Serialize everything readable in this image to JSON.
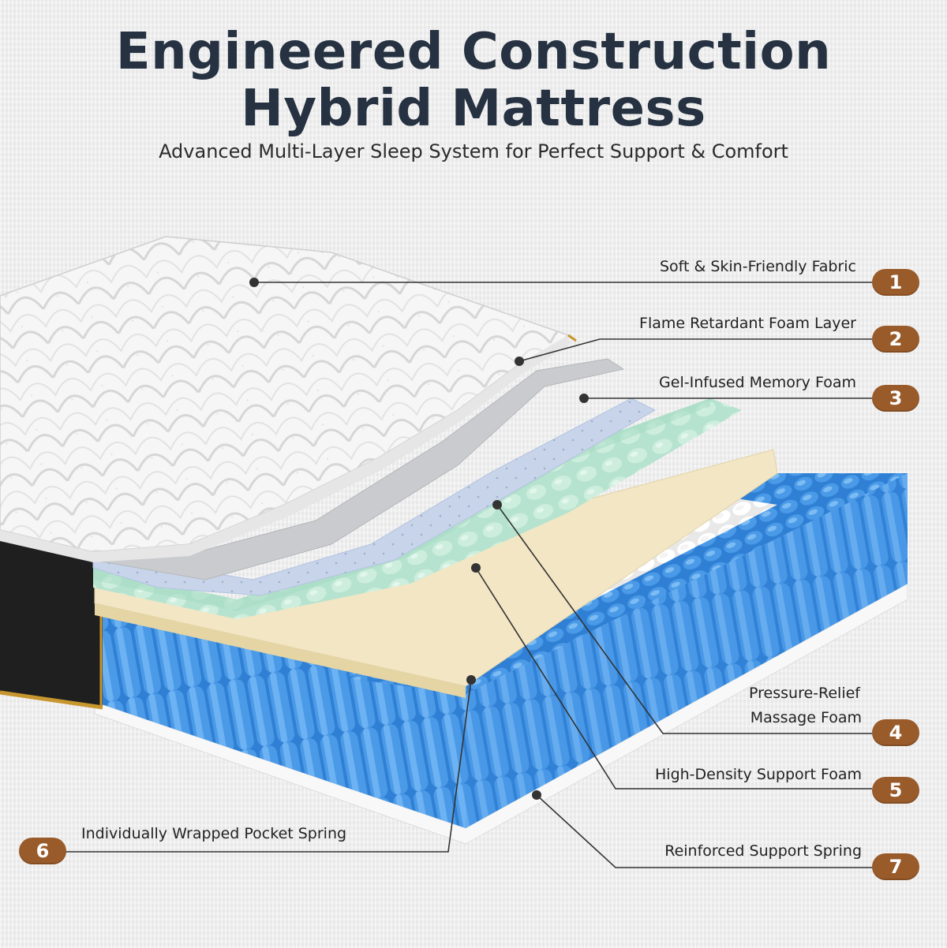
{
  "header": {
    "title_line1": "Engineered Construction",
    "title_line2": "Hybrid Mattress",
    "subtitle": "Advanced Multi-Layer Sleep System for Perfect Support & Comfort"
  },
  "colors": {
    "title": "#263241",
    "badge": "#9a5b2a",
    "fabric": "#f4f4f4",
    "flame_foam": "#c9cbce",
    "gel_foam": "#c7d4ea",
    "massage_foam": "#bfe8d6",
    "support_foam": "#f2e6c4",
    "pocket_spring_blue": "#3f8fe0",
    "pocket_spring_white": "#ffffff",
    "side_panel": "#232323",
    "gold_trim": "#c8962e"
  },
  "layers": [
    {
      "number": "1",
      "label": "Soft & Skin-Friendly Fabric"
    },
    {
      "number": "2",
      "label": "Flame Retardant Foam Layer"
    },
    {
      "number": "3",
      "label": "Gel-Infused Memory Foam"
    },
    {
      "number": "4",
      "label_line1": "Pressure-Relief",
      "label_line2": "Massage Foam"
    },
    {
      "number": "5",
      "label": "High-Density Support Foam"
    },
    {
      "number": "6",
      "label": "Individually Wrapped Pocket Spring"
    },
    {
      "number": "7",
      "label": "Reinforced Support Spring"
    }
  ]
}
